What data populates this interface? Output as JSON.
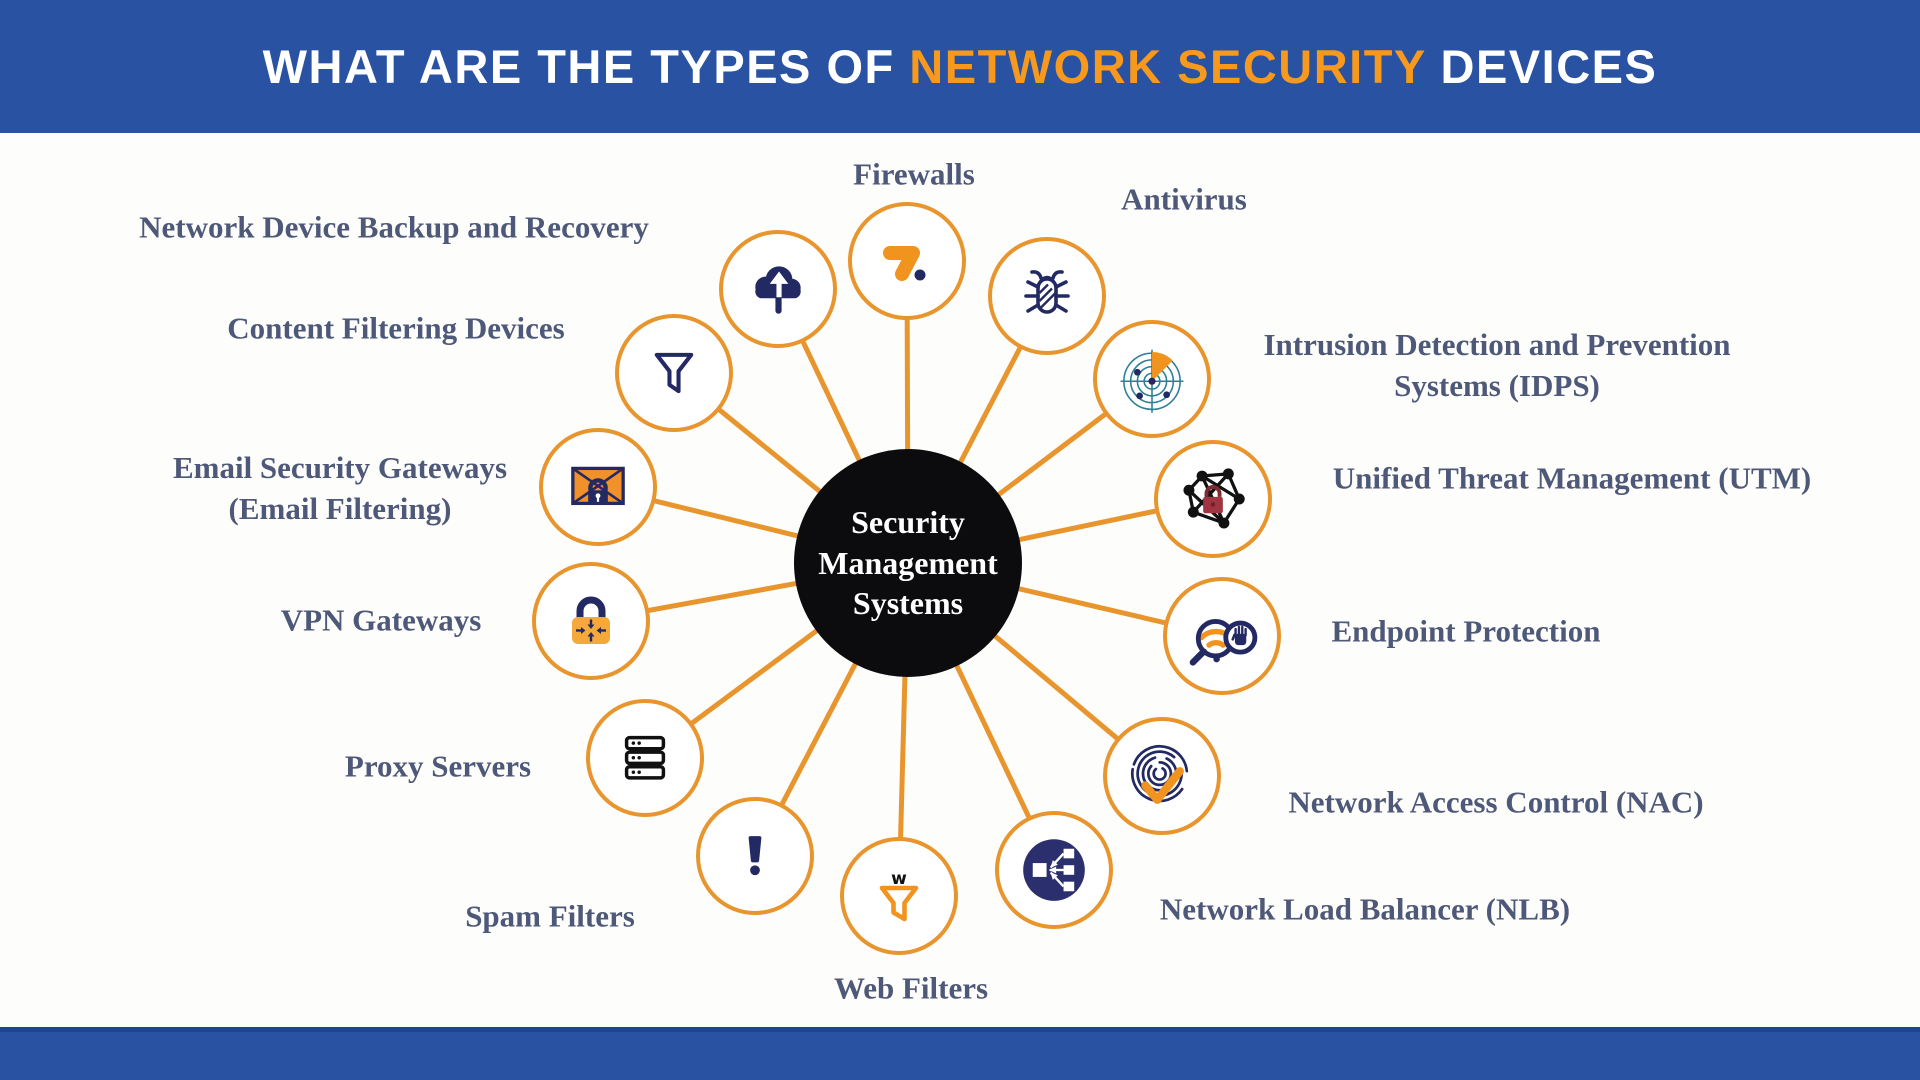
{
  "colors": {
    "banner_blue": "#2952A3",
    "title_orange": "#F6991D",
    "accent_orange": "#E8952E",
    "label_text": "#4E5878",
    "icon_navy": "#232A63",
    "icon_orange": "#F0941F",
    "hub_black": "#0C0C0E",
    "hub_text": "#FFFFFF",
    "radar_teal": "#2E7F96",
    "utm_lock_red": "#A03440",
    "nlb_navy": "#2B2F6E",
    "background": "#FDFDFB"
  },
  "header": {
    "title_prefix": "WHAT ARE THE TYPES OF ",
    "title_highlight": "NETWORK SECURITY",
    "title_suffix": " DEVICES"
  },
  "hub": {
    "label_lines": [
      "Security",
      "Management",
      "Systems"
    ]
  },
  "nodes": [
    {
      "id": "firewalls",
      "label": "Firewalls",
      "icon": "firewall-icon"
    },
    {
      "id": "antivirus",
      "label": "Antivirus",
      "icon": "bug-icon"
    },
    {
      "id": "backup-recovery",
      "label": "Network Device Backup and Recovery",
      "icon": "cloud-upload-icon"
    },
    {
      "id": "content-filtering",
      "label": "Content Filtering Devices",
      "icon": "funnel-icon"
    },
    {
      "id": "idps",
      "label": "Intrusion Detection and Prevention Systems (IDPS)",
      "label_lines": [
        "Intrusion Detection and Prevention",
        "Systems (IDPS)"
      ],
      "icon": "radar-icon"
    },
    {
      "id": "email-gateways",
      "label": "Email Security Gateways (Email Filtering)",
      "label_lines": [
        "Email Security Gateways",
        "(Email Filtering)"
      ],
      "icon": "secure-email-icon"
    },
    {
      "id": "utm",
      "label": "Unified Threat Management (UTM)",
      "icon": "network-lock-icon"
    },
    {
      "id": "vpn-gateways",
      "label": "VPN Gateways",
      "icon": "padlock-arrows-icon"
    },
    {
      "id": "endpoint",
      "label": "Endpoint Protection",
      "icon": "magnifier-hand-icon"
    },
    {
      "id": "proxy-servers",
      "label": "Proxy Servers",
      "icon": "server-stack-icon"
    },
    {
      "id": "nac",
      "label": "Network Access Control (NAC)",
      "icon": "fingerprint-check-icon"
    },
    {
      "id": "spam-filters",
      "label": "Spam Filters",
      "icon": "exclamation-icon"
    },
    {
      "id": "nlb",
      "label": "Network Load Balancer (NLB)",
      "icon": "load-balancer-icon"
    },
    {
      "id": "web-filters",
      "label": "Web Filters",
      "icon": "web-funnel-icon"
    }
  ]
}
